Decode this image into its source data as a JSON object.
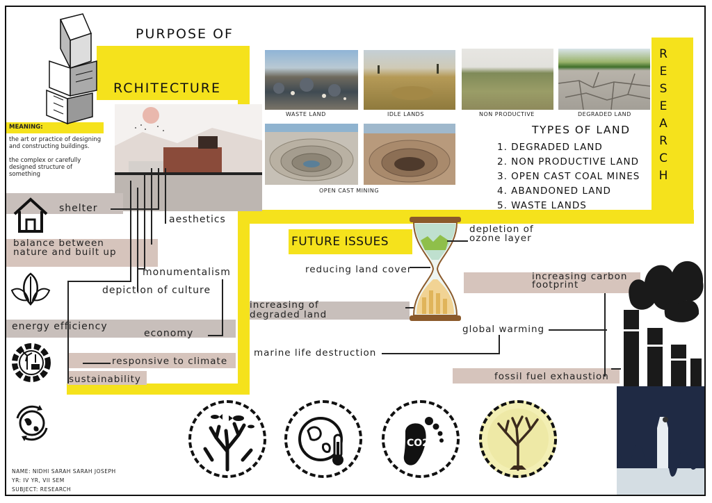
{
  "headings": {
    "purpose": "PURPOSE OF",
    "architecture": "RCHITECTURE",
    "future_issues": "FUTURE ISSUES",
    "research": "RESEARCH",
    "types_of_land": "TYPES OF LAND"
  },
  "meaning": {
    "title": "MEANING:",
    "text1": "the art or practice of designing and constructing buildings.",
    "text2": "the complex or carefully designed structure of something"
  },
  "purpose_items": {
    "shelter": "shelter",
    "aesthetics": "aesthetics",
    "balance": "balance between nature and built up",
    "monumentalism": "monumentalism",
    "culture": "depiction of culture",
    "energy": "energy efficiency",
    "economy": "economy",
    "climate": "responsive to climate",
    "sustainability": "sustainability"
  },
  "photos": [
    {
      "caption": "WASTE LAND"
    },
    {
      "caption": "IDLE LANDS"
    },
    {
      "caption": "NON PRODUCTIVE"
    },
    {
      "caption": "DEGRADED LAND"
    },
    {
      "caption": "OPEN CAST MINING"
    }
  ],
  "land_types": [
    "1. DEGRADED LAND",
    "2. NON PRODUCTIVE LAND",
    "3. OPEN CAST COAL MINES",
    "4. ABANDONED LAND",
    "5. WASTE LANDS"
  ],
  "issues": {
    "ozone": "depletion of ozone layer",
    "land_cover": "reducing land cover",
    "degraded": "increasing of degraded land",
    "carbon": "increasing carbon footprint",
    "warming": "global warming",
    "marine": "marine life destruction",
    "fossil": "fossil fuel exhaustion"
  },
  "co2_label": "CO2",
  "footer": {
    "name": "NAME: NIDHI SARAH SARAH JOSEPH",
    "year": "YR:  IV YR, VII SEM",
    "subject": "SUBJECT:  RESEARCH"
  },
  "colors": {
    "accent": "#f5e21c",
    "band": "#d6c4bc"
  }
}
